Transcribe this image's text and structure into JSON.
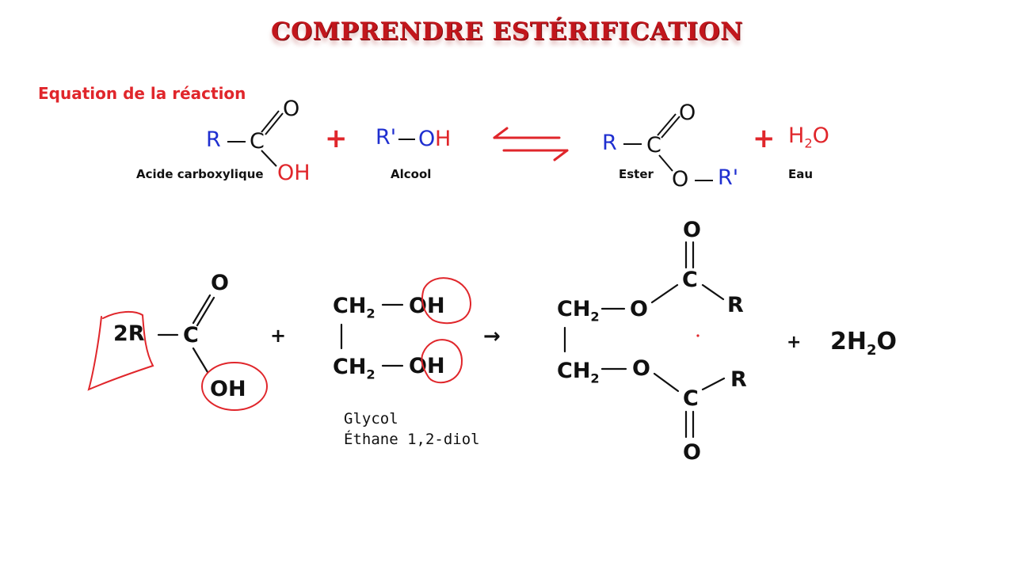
{
  "title": "COMPRENDRE ESTÉRIFICATION",
  "subtitle": "Equation de la réaction",
  "reaction": {
    "acid": {
      "r": "R",
      "c": "C",
      "o": "O",
      "oh": "OH",
      "label": "Acide carboxylique"
    },
    "plus1": "+",
    "alcohol": {
      "r": "R'",
      "o": "O",
      "h": "H",
      "label": "Alcool"
    },
    "ester": {
      "r": "R",
      "c": "C",
      "o_top": "O",
      "o": "O",
      "r_prime": "R'",
      "label": "Ester"
    },
    "plus2": "+",
    "water": {
      "formula": "H2O",
      "label": "Eau"
    }
  },
  "example": {
    "coef_acid": "2R",
    "acid_c": "C",
    "acid_o": "O",
    "acid_oh": "OH",
    "plus": "+",
    "glycol_top": "CH2",
    "glycol_oh": "OH",
    "glycol_label_1": "Glycol",
    "glycol_label_2": "Éthane 1,2-diol",
    "arrow": "→",
    "prod_ch2": "CH2",
    "prod_o": "O",
    "prod_c": "C",
    "prod_r": "R",
    "plus2": "+",
    "water": "2H2O"
  },
  "colors": {
    "title": "#c2161c",
    "accent_red": "#e0262b",
    "accent_blue": "#1f2fd0"
  }
}
